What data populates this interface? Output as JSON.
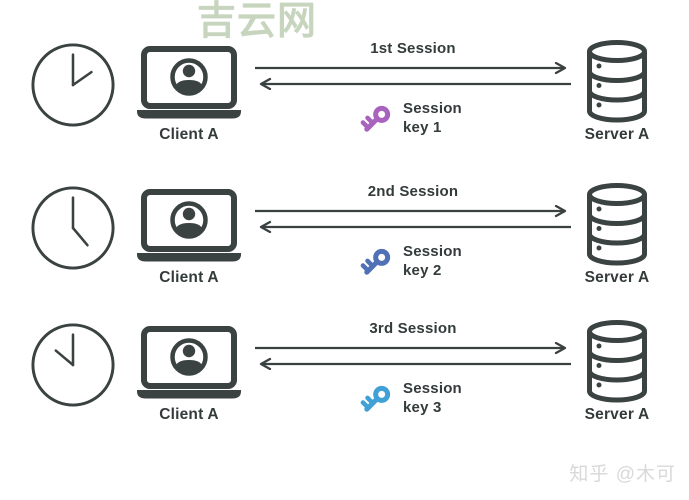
{
  "watermark_top": "吉云网",
  "credit": "知乎 @木可",
  "colors": {
    "ink": "#3b4242",
    "text": "#333b3b",
    "arrow": "#3a4141",
    "watermark_top": "#c7d5be",
    "credit": "#d9d9d9"
  },
  "rows": [
    {
      "session_label": "1st Session",
      "client_label": "Client A",
      "server_label": "Server A",
      "key_line1": "Session",
      "key_line2": "key 1",
      "key_color": "#a763bd",
      "clock_hour_angle": 55
    },
    {
      "session_label": "2nd Session",
      "client_label": "Client A",
      "server_label": "Server A",
      "key_line1": "Session",
      "key_line2": "key 2",
      "key_color": "#5071b5",
      "clock_hour_angle": 140
    },
    {
      "session_label": "3rd Session",
      "client_label": "Client A",
      "server_label": "Server A",
      "key_line1": "Session",
      "key_line2": "key 3",
      "key_color": "#41a1d6",
      "clock_hour_angle": -50
    }
  ]
}
